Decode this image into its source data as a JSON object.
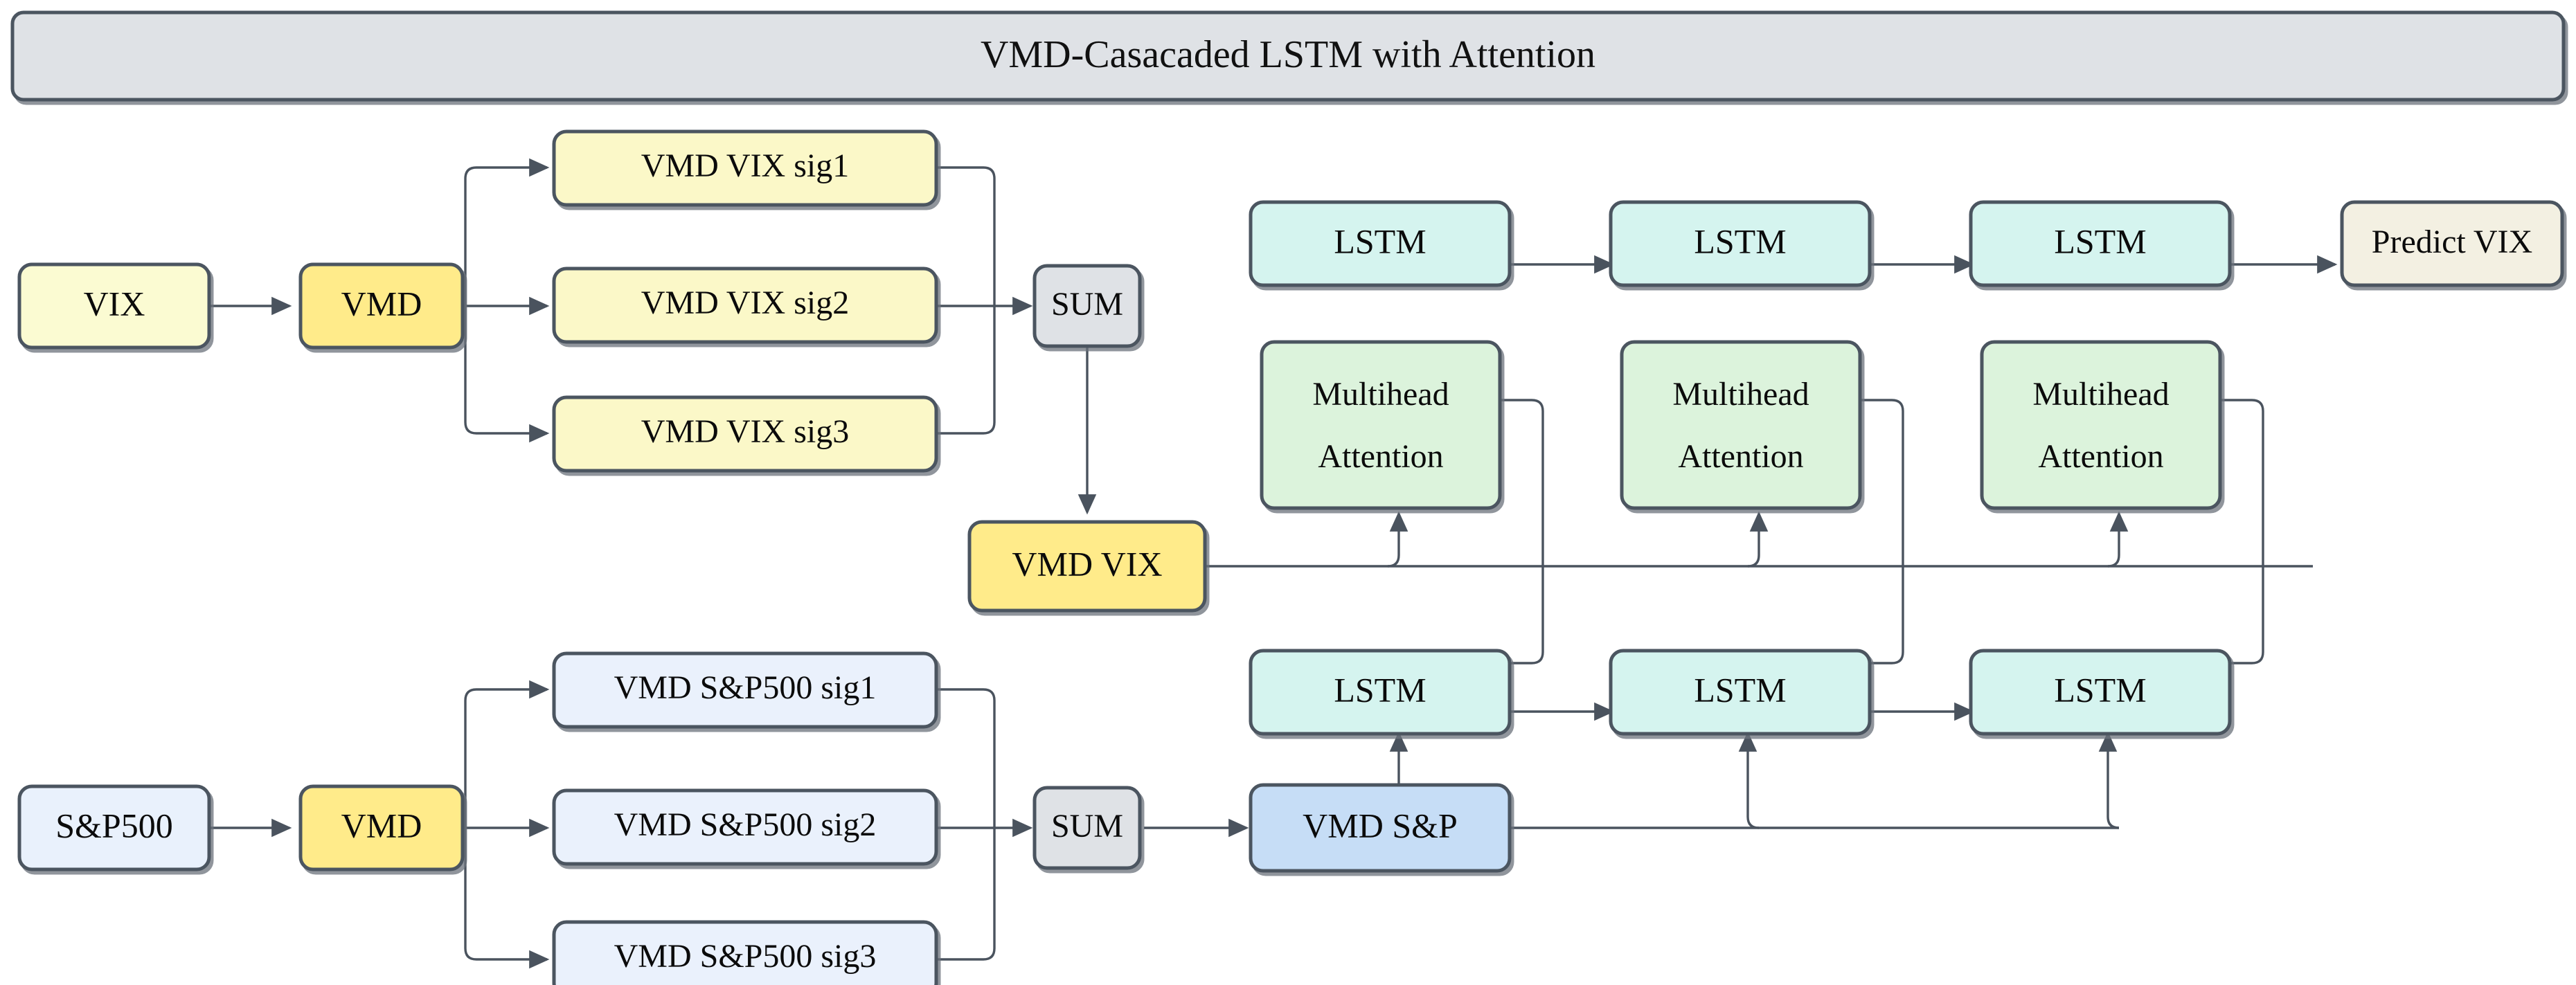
{
  "title": {
    "text": "VMD-Casacaded LSTM with Attention",
    "bg": "#dfe2e6",
    "border": "#4c5560"
  },
  "colors": {
    "vix_input": "#fbfbd2",
    "vmd_block": "#ffeb8a",
    "vix_signal": "#fbf8c8",
    "sum_block": "#dfe2e6",
    "vmd_vix": "#ffeb8a",
    "sp_input": "#e9f1fc",
    "sp_signal": "#eaf1fc",
    "vmd_sp": "#c6ddf6",
    "lstm": "#d5f4ef",
    "attention": "#dcf3dc",
    "predict": "#f3f0e2",
    "stroke": "#4c5560",
    "edge": "#4a535e"
  },
  "nodes": {
    "vix_input": "VIX",
    "vmd_top": "VMD",
    "vix_sig1": "VMD VIX sig1",
    "vix_sig2": "VMD VIX sig2",
    "vix_sig3": "VMD VIX sig3",
    "sum_top": "SUM",
    "vmd_vix": "VMD VIX",
    "sp_input": "S&P500",
    "vmd_bottom": "VMD",
    "sp_sig1": "VMD S&P500 sig1",
    "sp_sig2": "VMD S&P500 sig2",
    "sp_sig3": "VMD S&P500 sig3",
    "sum_bottom": "SUM",
    "vmd_sp": "VMD S&P",
    "lstm_top_1": "LSTM",
    "lstm_top_2": "LSTM",
    "lstm_top_3": "LSTM",
    "attention_1": [
      "Multihead",
      "Attention"
    ],
    "attention_2": [
      "Multihead",
      "Attention"
    ],
    "attention_3": [
      "Multihead",
      "Attention"
    ],
    "lstm_bottom_1": "LSTM",
    "lstm_bottom_2": "LSTM",
    "lstm_bottom_3": "LSTM",
    "predict": "Predict VIX"
  },
  "flow": {
    "vix_branch": [
      "VIX",
      "VMD",
      "VMD VIX sig1",
      "VMD VIX sig2",
      "VMD VIX sig3",
      "SUM",
      "VMD VIX"
    ],
    "sp_branch": [
      "S&P500",
      "VMD",
      "VMD S&P500 sig1",
      "VMD S&P500 sig2",
      "VMD S&P500 sig3",
      "SUM",
      "VMD S&P"
    ],
    "output": "Predict VIX"
  }
}
